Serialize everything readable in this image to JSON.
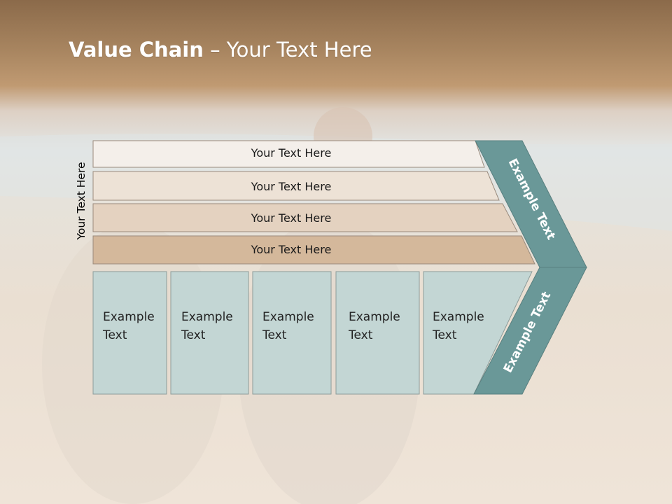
{
  "slide": {
    "title_bold": "Value Chain",
    "title_rest": " – Your Text Here",
    "side_label": "Your Text Here"
  },
  "bars": [
    {
      "label": "Your Text Here"
    },
    {
      "label": "Your Text Here"
    },
    {
      "label": "Your Text Here"
    },
    {
      "label": "Your Text Here"
    }
  ],
  "boxes": [
    {
      "line1": "Example",
      "line2": "Text"
    },
    {
      "line1": "Example",
      "line2": "Text"
    },
    {
      "line1": "Example",
      "line2": "Text"
    },
    {
      "line1": "Example",
      "line2": "Text"
    },
    {
      "line1": "Example",
      "line2": "Text"
    }
  ],
  "chevron": {
    "upper_label": "Example Text",
    "lower_label": "Example Text"
  },
  "colors": {
    "bar1": "#f4efea",
    "bar2": "#ede2d6",
    "bar3": "#e4d2c0",
    "bar4": "#d4b89b",
    "box": "#c3d6d4",
    "chevron": "#6a9898"
  }
}
